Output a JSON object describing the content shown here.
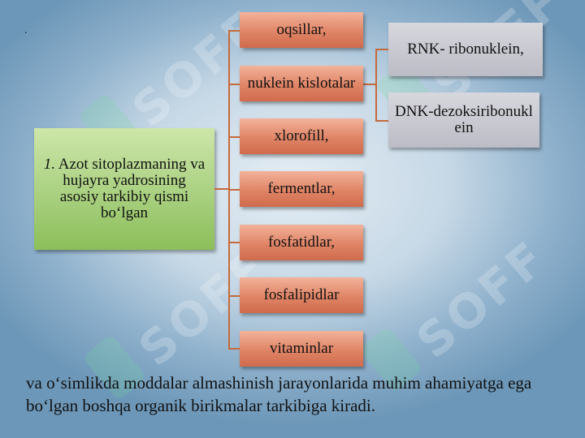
{
  "watermark": "SOFF",
  "corner_mark": ".",
  "main_box": {
    "number": "1.",
    "text": "Azot sitoplazmaning va hujayra yadrosining asosiy tarkibiy qismi bo‘lgan"
  },
  "items": [
    "oqsillar,",
    "nuklein kislotalar",
    "xlorofill,",
    "fermentlar,",
    "fosfatidlar,",
    "fosfalipidlar",
    "vitaminlar"
  ],
  "sub_items": [
    "RNK- ribonuklein,",
    "DNK-dezoksiribonuklein"
  ],
  "footer": "va o‘simlikda moddalar almashinish jarayonlarida muhim ahamiyatga ega bo‘lgan boshqa organik birikmalar tarkibiga kiradi."
}
